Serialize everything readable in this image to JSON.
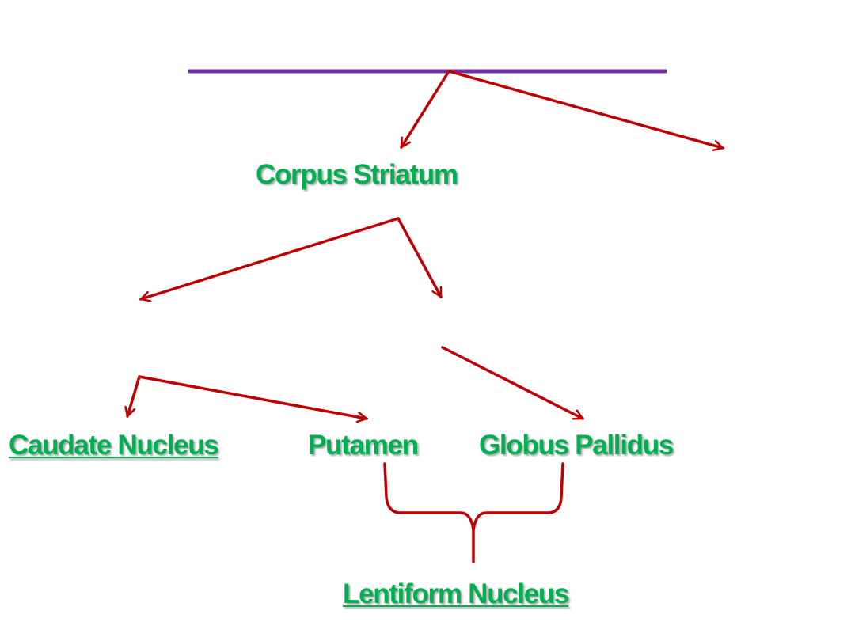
{
  "labels": {
    "corpus_striatum": "Corpus Striatum",
    "caudate_nucleus": "Caudate Nucleus",
    "putamen": "Putamen",
    "globus_pallidus": "Globus Pallidus",
    "lentiform_nucleus": "Lentiform Nucleus"
  },
  "colors": {
    "label_text": "#00b050",
    "arrow": "#c00000",
    "top_bar": "#7030a0",
    "background": "#ffffff"
  }
}
